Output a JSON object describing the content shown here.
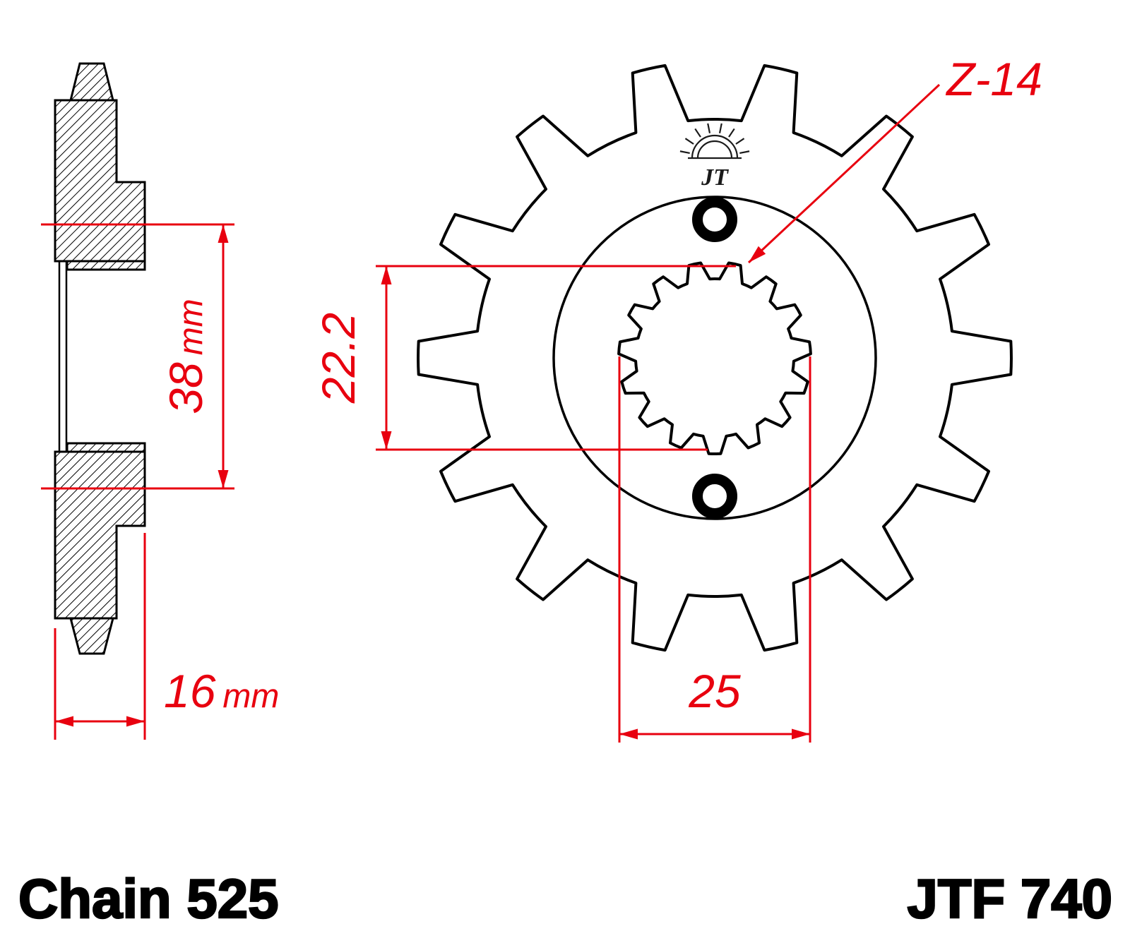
{
  "colors": {
    "dimension": "#e8000f",
    "outline": "#000000",
    "background": "#ffffff"
  },
  "footer": {
    "chain_type": "Chain 525",
    "part_number": "JTF 740"
  },
  "dimensions": {
    "hub_flange_diameter": {
      "value": "38",
      "unit": "mm"
    },
    "overall_width": {
      "value": "16",
      "unit": "mm"
    },
    "bore_minor_diameter": "22.2",
    "bore_major_diameter": "25",
    "teeth_callout": "Z-14"
  },
  "sprocket": {
    "teeth_count": 14,
    "spline_count": 15,
    "logo_text": "JT"
  }
}
